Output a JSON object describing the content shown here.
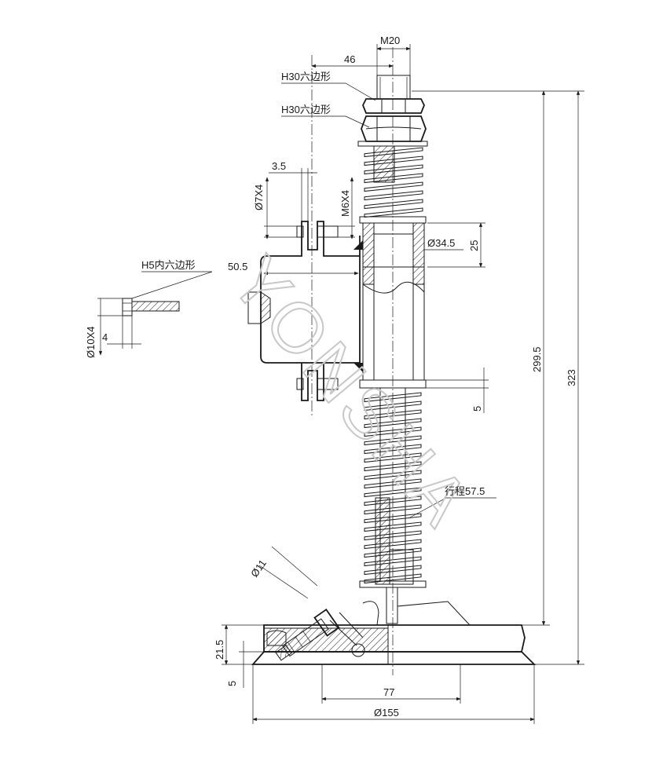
{
  "watermark": "YONSHA",
  "labels": {
    "m20": "M20",
    "d46": "46",
    "h30_top": "H30六边形",
    "h30_second": "H30六边形",
    "d3_5": "3.5",
    "d7x4": "Ø7X4",
    "m6x4": "M6X4",
    "d34_5": "Ø34.5",
    "d25": "25",
    "h5": "H5内六边形",
    "d50_5": "50.5",
    "d10x4": "Ø10X4",
    "d4": "4",
    "d299_5": "299.5",
    "d323": "323",
    "d5_right": "5",
    "stroke": "行程57.5",
    "d11": "Ø11",
    "d21_5": "21.5",
    "d5_left": "5",
    "d77": "77",
    "d155": "Ø155"
  }
}
